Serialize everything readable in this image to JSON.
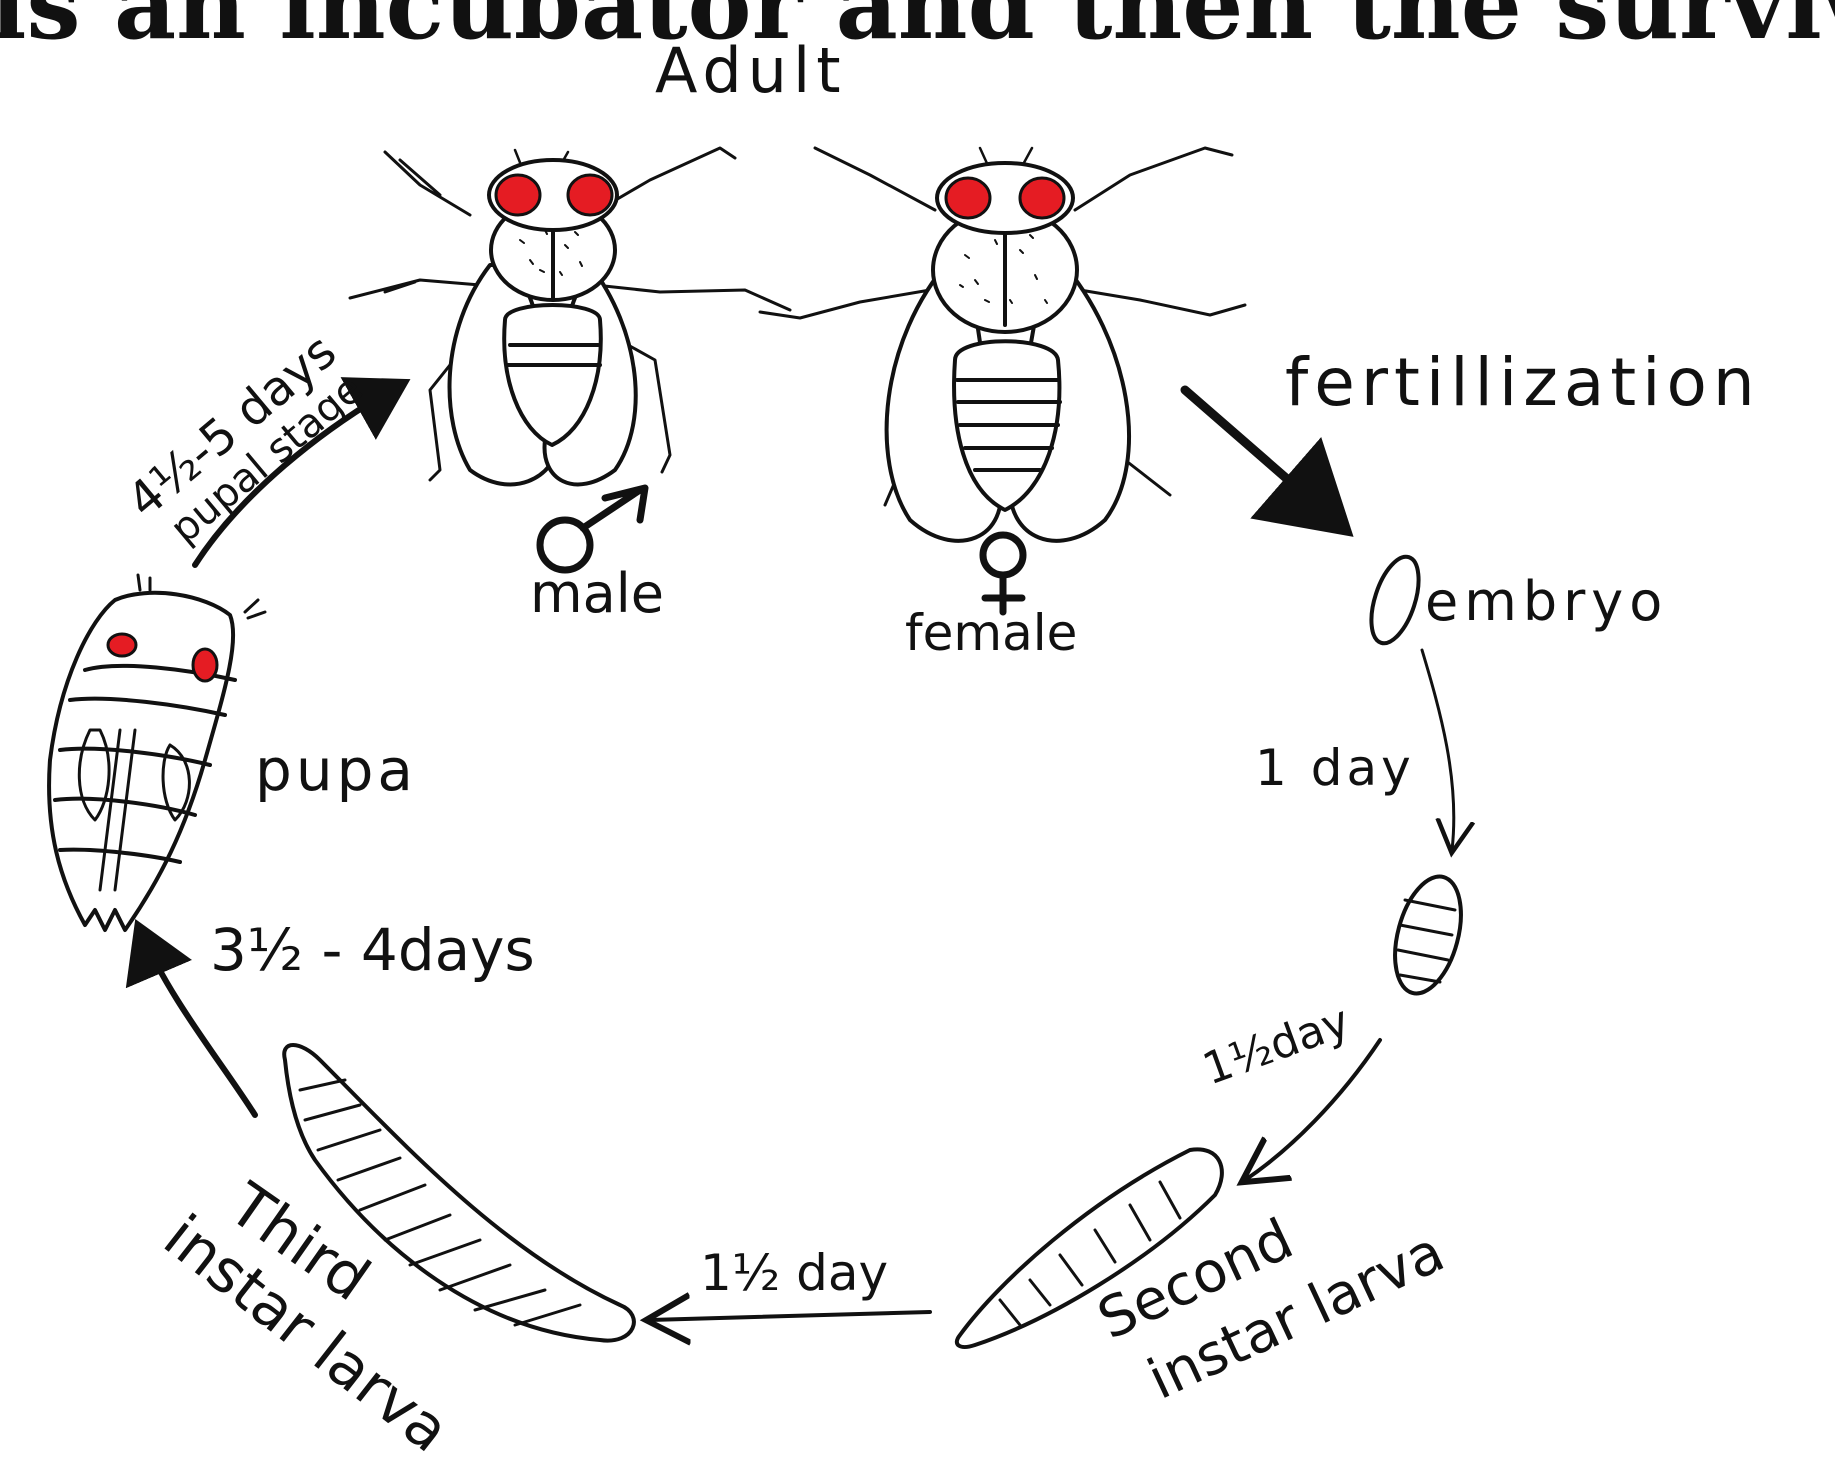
{
  "top_text": "is an incubator and then the survivors are c",
  "colors": {
    "ink": "#111111",
    "eye": "#e51c23",
    "background": "#ffffff"
  },
  "labels": {
    "adult": "Adult",
    "male": "male",
    "female": "female",
    "fertilization": "fertillization",
    "embryo": "embryo",
    "first_instar_larva": "",
    "second_instar_larva_1": "Second",
    "second_instar_larva_2": "instar larva",
    "third_instar_larva_1": "Third",
    "third_instar_larva_2": "instar larva",
    "pupa": "pupa"
  },
  "durations": {
    "embryo_to_first": "1 day",
    "first_to_second": "1½day",
    "second_to_third": "1½ day",
    "third_to_pupa": "3½ - 4days",
    "pupa_to_adult_1": "4½-5 days",
    "pupa_to_adult_2": "pupal stage"
  },
  "icons": {
    "male_symbol": "mars-icon",
    "female_symbol": "venus-icon"
  }
}
